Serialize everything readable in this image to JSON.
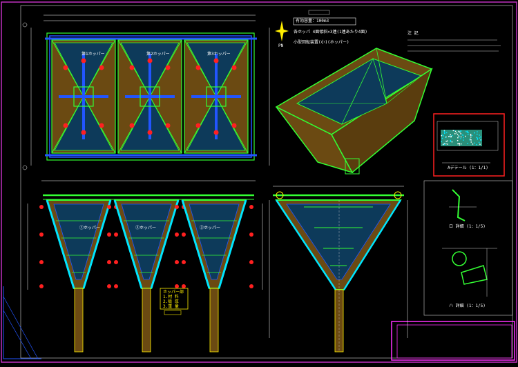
{
  "sheet": {
    "frame_color": "#c030c0",
    "title_block_color": "#ff30ff"
  },
  "title_panel": {
    "capacity_label": "有効容量：100m3",
    "composition_label": "各ホッパ 4面傾斜×3連(1連あたり4面)",
    "unit_label": "小型回転装置(小)(ホッパー)"
  },
  "notes_header": "注 記",
  "north_label": "PN",
  "hopper_names": [
    "第1ホッパー",
    "第2ホッパー",
    "第3ホッパー"
  ],
  "section_names": [
    "①ホッパー",
    "②ホッパー",
    "③ホッパー"
  ],
  "detail_views": {
    "detail1_label": "Aデテール (1：1/1)",
    "detail2_label": "ロ 詳細 (1：1/5)",
    "detail3_label": "ハ 詳細 (1：1/5)"
  },
  "legend": {
    "title": "ホッパー部",
    "rows": [
      "1.材 料",
      "2.板 厚",
      "3.重 量"
    ]
  },
  "colors": {
    "structure_green": "#33ff33",
    "structure_blue": "#2255ff",
    "dim_line": "#ffffff",
    "marker_red": "#ff2020",
    "cyan": "#00e5ff",
    "yellow": "#ffee00",
    "brown_fill": "#6b4a12",
    "teal_fill": "#0d3a5a"
  }
}
